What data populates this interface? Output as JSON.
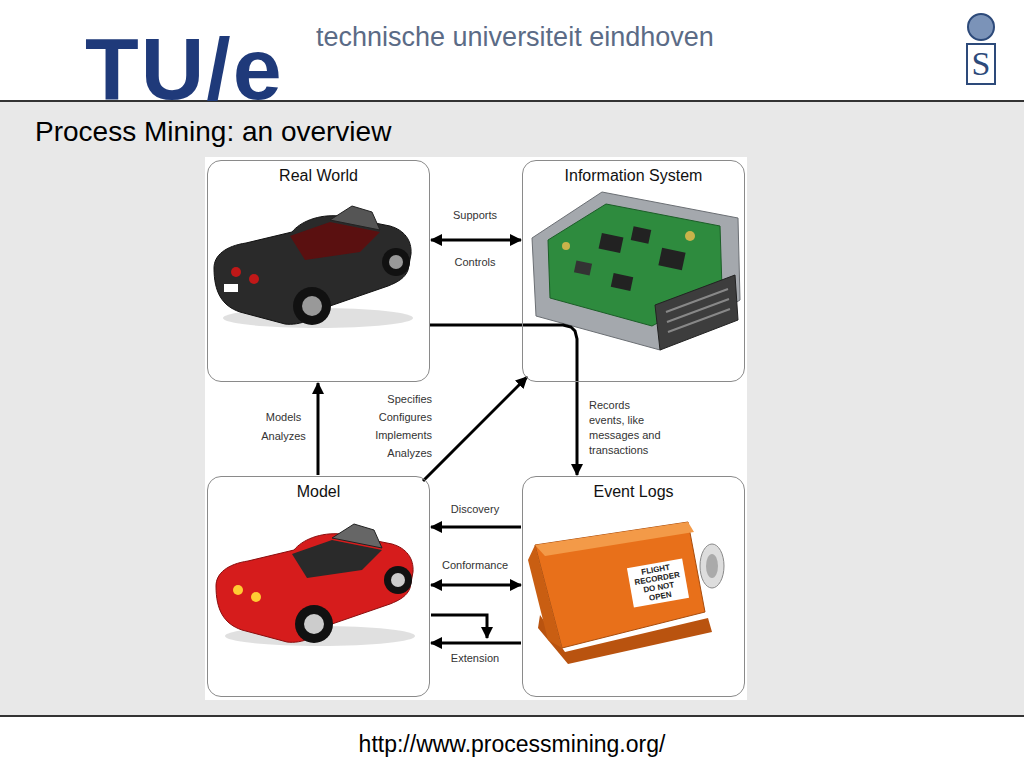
{
  "diagram": {
    "title": "Process Mining: an overview",
    "nodes": [
      {
        "text": [
          "Real World"
        ]
      },
      {
        "text": [
          "Information System"
        ]
      },
      {
        "text": [
          "Model"
        ]
      },
      {
        "text": [
          "Event Logs"
        ]
      }
    ],
    "edges": [
      {
        "from": 0,
        "to": 1,
        "label": "Supports Controls",
        "arrow": "both"
      },
      {
        "from": 0,
        "to": 3,
        "label": "Records events, like messages and transactions",
        "arrow": "to"
      },
      {
        "from": 2,
        "to": 0,
        "label": "Models Analyzes",
        "arrow": "to"
      },
      {
        "from": 2,
        "to": 1,
        "label": "Specifies Configures Implements Analyzes",
        "arrow": "to"
      },
      {
        "from": 3,
        "to": 2,
        "label": "Discovery",
        "arrow": "to"
      },
      {
        "from": 2,
        "to": 3,
        "label": "Conformance",
        "arrow": "both"
      },
      {
        "from": 3,
        "to": 2,
        "label": "Extension",
        "arrow": "to"
      }
    ],
    "labels": [
      "TU/e",
      "technische universiteit eindhoven",
      "S",
      "FLIGHT RECORDER DO NOT OPEN",
      "http://www.processmining.org/"
    ]
  }
}
